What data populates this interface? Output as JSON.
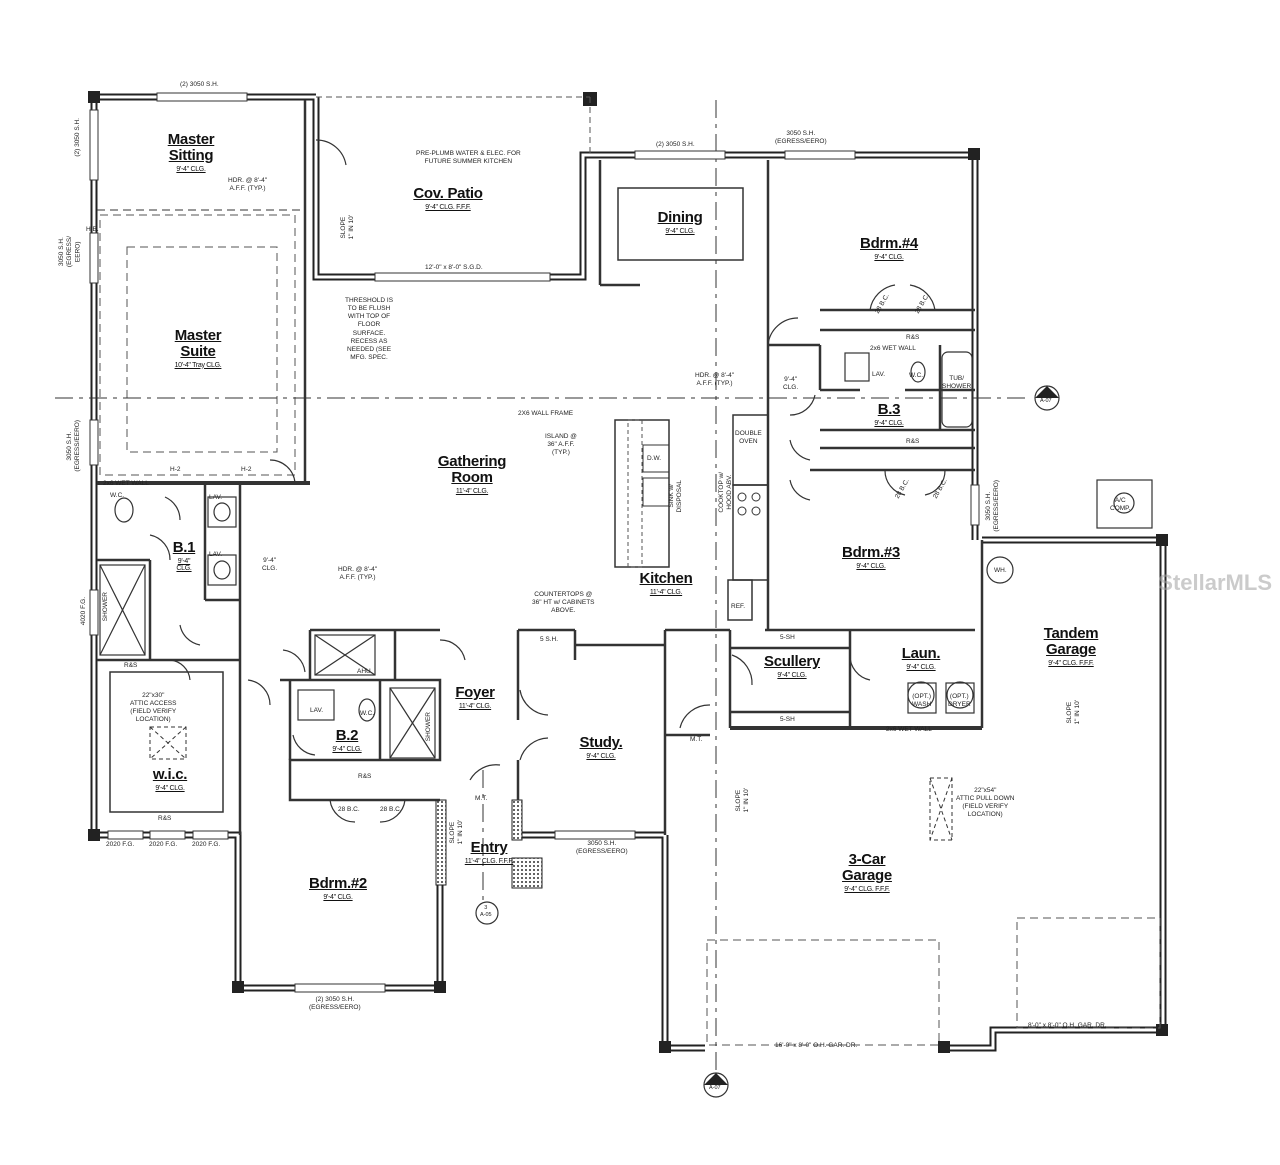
{
  "rooms": {
    "master_sitting": {
      "name": "Master Sitting",
      "line1": "Master",
      "line2": "Sitting",
      "ceiling": "9'-4\" CLG."
    },
    "master_suite": {
      "line1": "Master",
      "line2": "Suite",
      "ceiling": "10'-4\" Tray CLG."
    },
    "cov_patio": {
      "name": "Cov. Patio",
      "ceiling": "9'-4\" CLG. F.F.F."
    },
    "dining": {
      "name": "Dining",
      "ceiling": "9'-4\" CLG."
    },
    "bdrm4": {
      "name": "Bdrm.#4",
      "ceiling": "9'-4\" CLG."
    },
    "b3": {
      "name": "B.3",
      "ceiling": "9'-4\" CLG."
    },
    "gathering": {
      "line1": "Gathering",
      "line2": "Room",
      "ceiling": "11'-4\" CLG."
    },
    "kitchen": {
      "name": "Kitchen",
      "ceiling": "11'-4\" CLG."
    },
    "bdrm3": {
      "name": "Bdrm.#3",
      "ceiling": "9'-4\" CLG."
    },
    "b1": {
      "name": "B.1",
      "ceiling": "9'-4\"\nCLG."
    },
    "wic": {
      "name": "w.i.c.",
      "ceiling": "9'-4\" CLG."
    },
    "b2": {
      "name": "B.2",
      "ceiling": "9'-4\" CLG."
    },
    "foyer": {
      "name": "Foyer",
      "ceiling": "11'-4\" CLG."
    },
    "study": {
      "name": "Study.",
      "ceiling": "9'-4\" CLG."
    },
    "scullery": {
      "name": "Scullery",
      "ceiling": "9'-4\" CLG."
    },
    "laun": {
      "name": "Laun.",
      "ceiling": "9'-4\" CLG."
    },
    "tandem": {
      "line1": "Tandem",
      "line2": "Garage",
      "ceiling": "9'-4\" CLG. F.F.F."
    },
    "entry": {
      "name": "Entry",
      "ceiling": "11'-4\" CLG. F.F.F."
    },
    "bdrm2": {
      "name": "Bdrm.#2",
      "ceiling": "9'-4\" CLG."
    },
    "garage3": {
      "line1": "3-Car",
      "line2": "Garage",
      "ceiling": "9'-4\" CLG. F.F.F."
    }
  },
  "notes": {
    "master_sitting_window": "(2) 3050 S.H.",
    "hdr_master": "HDR. @ 8'-4\"\nA.F.F. (TYP.)",
    "pre_plumb": "PRE-PLUMB WATER & ELEC. FOR\nFUTURE SUMMER KITCHEN",
    "sgd": "12'-0\" x 8'-0\" S.G.D.",
    "threshold": "THRESHOLD IS\nTO BE FLUSH\nWITH TOP OF\nFLOOR\nSURFACE.\nRECESS AS\nNEEDED (SEE\nMFG. SPEC.",
    "dining_window": "(2) 3050 S.H.",
    "bdrm4_window": "3050 S.H.\n(EGRESS/EERO)",
    "hdr_hall": "HDR. @ 8'-4\"\nA.F.F. (TYP.)",
    "hall_clg": "9'-4\"\nCLG.",
    "wall_frame": "2X6 WALL FRAME",
    "island": "ISLAND @\n36\" A.F.F.\n(TYP.)",
    "countertops": "COUNTERTOPS @\n36\" HT w/ CABINETS\nABOVE.",
    "double_oven": "DOUBLE\nOVEN",
    "dw": "D.W.",
    "ref": "REF.",
    "hdr_foyer_hall": "HDR. @ 8'-4\"\nA.F.F. (TYP.)",
    "hall2_clg": "9'-4\"\nCLG.",
    "attic_access": "22\"x30\"\nATTIC ACCESS\n(FIELD VERIFY\nLOCATION)",
    "attic_pull": "22\"x54\"\nATTIC PULL DOWN\n(FIELD VERIFY\nLOCATION)",
    "study_window": "3050 S.H.\n(EGRESS/EERO)",
    "bdrm2_window": "(2) 3050 S.H.\n(EGRESS/EERO)",
    "fg_windows": [
      "2020 F.G.",
      "2020 F.G.",
      "2020 F.G."
    ],
    "gar_door_main": "16'-0\" x 8'-0\" O.H. GAR. DR.",
    "gar_door_tandem": "8'-0\" x 8'-0\" O.H. GAR. DR.",
    "wet_wall": "2x6 WET WALL",
    "wet_wall_b3": "2x6 WET WALL",
    "wet_wall_b1": "2x6 WET WALL",
    "rs": "R&S",
    "ahu": "AHU",
    "wh": "WH.",
    "ac": "A/C\nCOMP.",
    "lav": "LAV.",
    "wc": "W.C.",
    "tub": "TUB/\nSHOWER",
    "shower": "SHOWER",
    "wash": "(OPT.)\nWASH",
    "dryer": "(OPT.)\nDRYER",
    "five_sh": "5-SH",
    "five_sh2": "5 S.H.",
    "mt": "M.T.",
    "cooktop": "COOKTOP w/\nHOOD ABV.",
    "sink": "SINK w/\nDISPOSAL",
    "slope_patio": "SLOPE\n1\" IN 10'",
    "slope_garage": "SLOPE\n1\" IN 10'",
    "slope_tandem": "SLOPE\n1\" IN 10'",
    "slope_entry": "SLOPE\n1\" IN 10'",
    "section1": "1\nA-07",
    "section2": "2\nA-07",
    "section3": "3\nA-05",
    "left_win1": "(2) 3050 S.H.",
    "left_win2": "3050 S.H.\n(EGRESS/\nEERO)",
    "left_win3": "3050 S.H.\n(EGRESS/EERO)",
    "left_win4": "4020 F.G.",
    "hb": "H.B.",
    "right_win": "3050 S.H.\n(EGRESS/EERO)",
    "h2a": "H-2",
    "h2b": "H-2",
    "bc": "28 B.C."
  },
  "watermark": "StellarMLS"
}
